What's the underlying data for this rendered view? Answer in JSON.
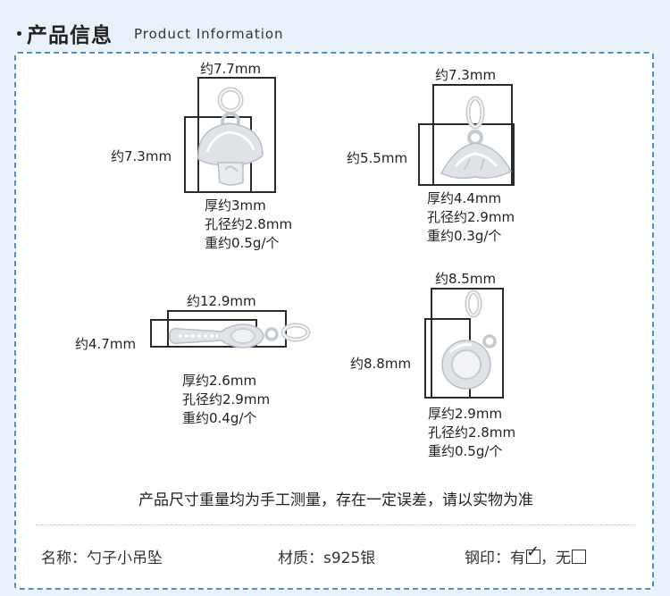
{
  "header": {
    "title_zh": "产品信息",
    "title_en": "Product Information"
  },
  "items": [
    {
      "width": "约7.7mm",
      "height": "约7.3mm",
      "thickness": "厚约3mm",
      "hole": "孔径约2.8mm",
      "weight": "重约0.5g/个"
    },
    {
      "width": "约7.3mm",
      "height": "约5.5mm",
      "thickness": "厚约4.4mm",
      "hole": "孔径约2.9mm",
      "weight": "重约0.3g/个"
    },
    {
      "width": "约12.9mm",
      "height": "约4.7mm",
      "thickness": "厚约2.6mm",
      "hole": "孔径约2.9mm",
      "weight": "重约0.4g/个"
    },
    {
      "width": "约8.5mm",
      "height": "约8.8mm",
      "thickness": "厚约2.9mm",
      "hole": "孔径约2.8mm",
      "weight": "重约0.5g/个"
    }
  ],
  "note": "产品尺寸重量均为手工测量，存在一定误差，请以实物为准",
  "footer": {
    "name_label": "名称：勺子小吊坠",
    "material_label": "材质：s925银",
    "stamp_label": "钢印：",
    "yes_label": "有",
    "sep_label": "，无"
  },
  "colors": {
    "background": "#e9f1fa",
    "border": "#4b8fd0",
    "silver": "#dfe3e8"
  }
}
